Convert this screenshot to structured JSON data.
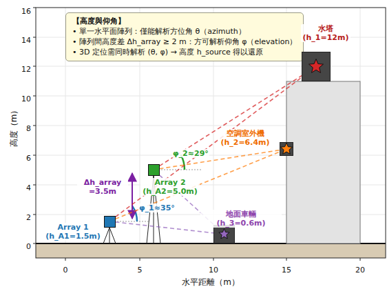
{
  "diagram": {
    "nodes": [
      {
        "text": [
          "【高度與仰角】",
          "• 單一水平面陣列：僅能解析方位角 θ（azimuth）",
          "• 陣列間高度差 Δh_array ≥ 2 m：方可解析仰角 φ（elevation）",
          "• 3D 定位需同時解析 (θ, φ) → 高度 h_source 得以還原"
        ]
      },
      {
        "text": [
          "Array 1 (h_A1=1.5m)"
        ]
      },
      {
        "text": [
          "Array 2 (h_A2=5.0m)"
        ]
      },
      {
        "text": [
          "水塔 (h_1=12m)"
        ]
      },
      {
        "text": [
          "空調室外機 (h_2=6.4m)"
        ]
      },
      {
        "text": [
          "地面車輛 (h_3=0.6m)"
        ]
      }
    ],
    "edges": [
      {
        "from": 1,
        "to": 3,
        "arrow": "none"
      },
      {
        "from": 2,
        "to": 3,
        "arrow": "none"
      },
      {
        "from": 1,
        "to": 4,
        "arrow": "none"
      },
      {
        "from": 2,
        "to": 4,
        "arrow": "none"
      },
      {
        "from": 1,
        "to": 5,
        "arrow": "none"
      },
      {
        "from": 2,
        "to": 5,
        "arrow": "none"
      }
    ],
    "labels": [
      "φ_2≈29°",
      "φ_1≈35°",
      "Δh_array =3.5m",
      "水平距離（m）",
      "高度（m）",
      "0",
      "5",
      "10",
      "15",
      "20",
      "0",
      "2",
      "4",
      "6",
      "8",
      "10",
      "12",
      "14",
      "16"
    ]
  }
}
